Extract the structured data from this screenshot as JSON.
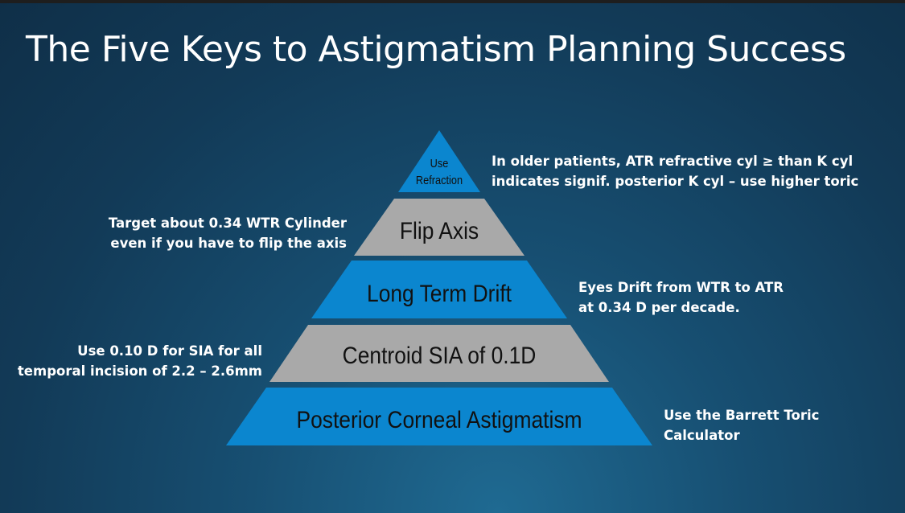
{
  "title": "The Five Keys to Astigmatism Planning Success",
  "colors": {
    "blue_tier": "#0b86cf",
    "gray_tier": "#a9a9a9",
    "background": "#164a6c"
  },
  "tiers": [
    {
      "label_lines": [
        "Use",
        "Refraction"
      ],
      "fill": "blue"
    },
    {
      "label": "Flip Axis",
      "fill": "gray"
    },
    {
      "label": "Long Term Drift",
      "fill": "blue"
    },
    {
      "label": "Centroid SIA of 0.1D",
      "fill": "gray"
    },
    {
      "label": "Posterior Corneal Astigmatism",
      "fill": "blue"
    }
  ],
  "notes": {
    "refraction": {
      "line1": "In older patients, ATR refractive cyl  ≥ than K cyl",
      "line2": "indicates signif. posterior K cyl – use higher toric"
    },
    "flip_axis": {
      "line1": "Target about 0.34 WTR Cylinder",
      "line2": "even if you have to flip the axis"
    },
    "drift": {
      "line1": "Eyes Drift from WTR to ATR",
      "line2": "at 0.34 D per decade."
    },
    "sia": {
      "line1": "Use 0.10 D for SIA for all",
      "line2": "temporal incision of 2.2 – 2.6mm"
    },
    "posterior": {
      "line1": "Use the Barrett Toric",
      "line2": "Calculator"
    }
  }
}
